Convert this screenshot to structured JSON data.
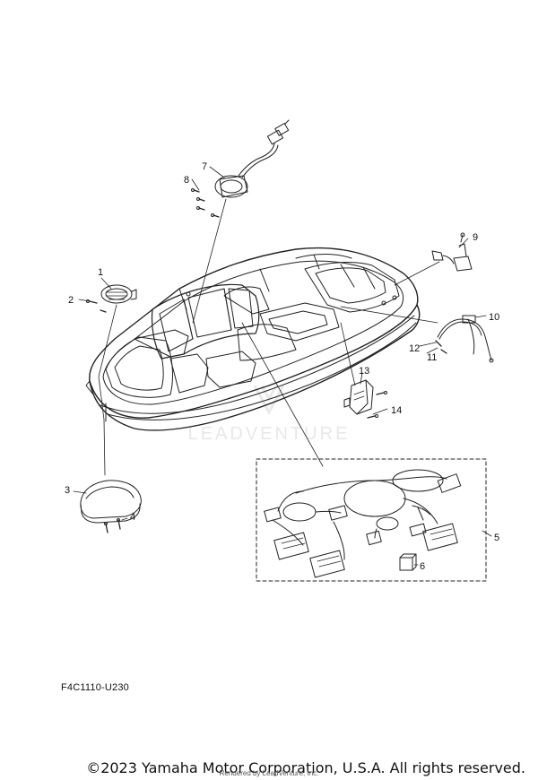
{
  "diagram": {
    "callouts": [
      "1",
      "2",
      "3",
      "4",
      "5",
      "6",
      "7",
      "8",
      "9",
      "10",
      "11",
      "12",
      "13",
      "14"
    ]
  },
  "figure_code": "F4C1110-U230",
  "watermark": "LEADVENTURE",
  "copyright": "©2023 Yamaha Motor Corporation, U.S.A. All rights reserved.",
  "rendered_by": "Rendered by LeadVenture, Inc."
}
